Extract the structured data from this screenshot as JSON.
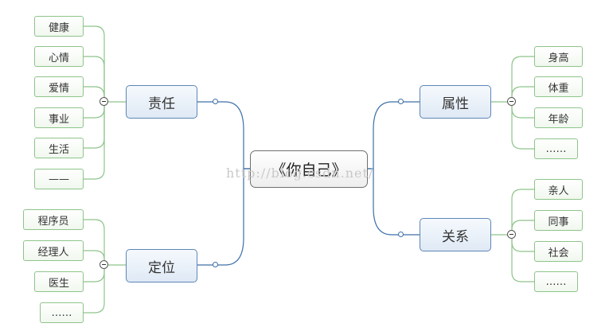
{
  "root": {
    "label": "《你自己》"
  },
  "watermark": "http://blog.csdn.net/",
  "colors": {
    "blue_line": "#3d6fa8",
    "green_line": "#8ec48a"
  },
  "branches": {
    "zeren": {
      "label": "责任",
      "children": [
        "健康",
        "心情",
        "爱情",
        "事业",
        "生活",
        "——"
      ]
    },
    "dingwei": {
      "label": "定位",
      "children": [
        "程序员",
        "经理人",
        "医生",
        "……"
      ]
    },
    "shuxing": {
      "label": "属性",
      "children": [
        "身高",
        "体重",
        "年龄",
        "……"
      ]
    },
    "guanxi": {
      "label": "关系",
      "children": [
        "亲人",
        "同事",
        "社会",
        "……"
      ]
    }
  }
}
